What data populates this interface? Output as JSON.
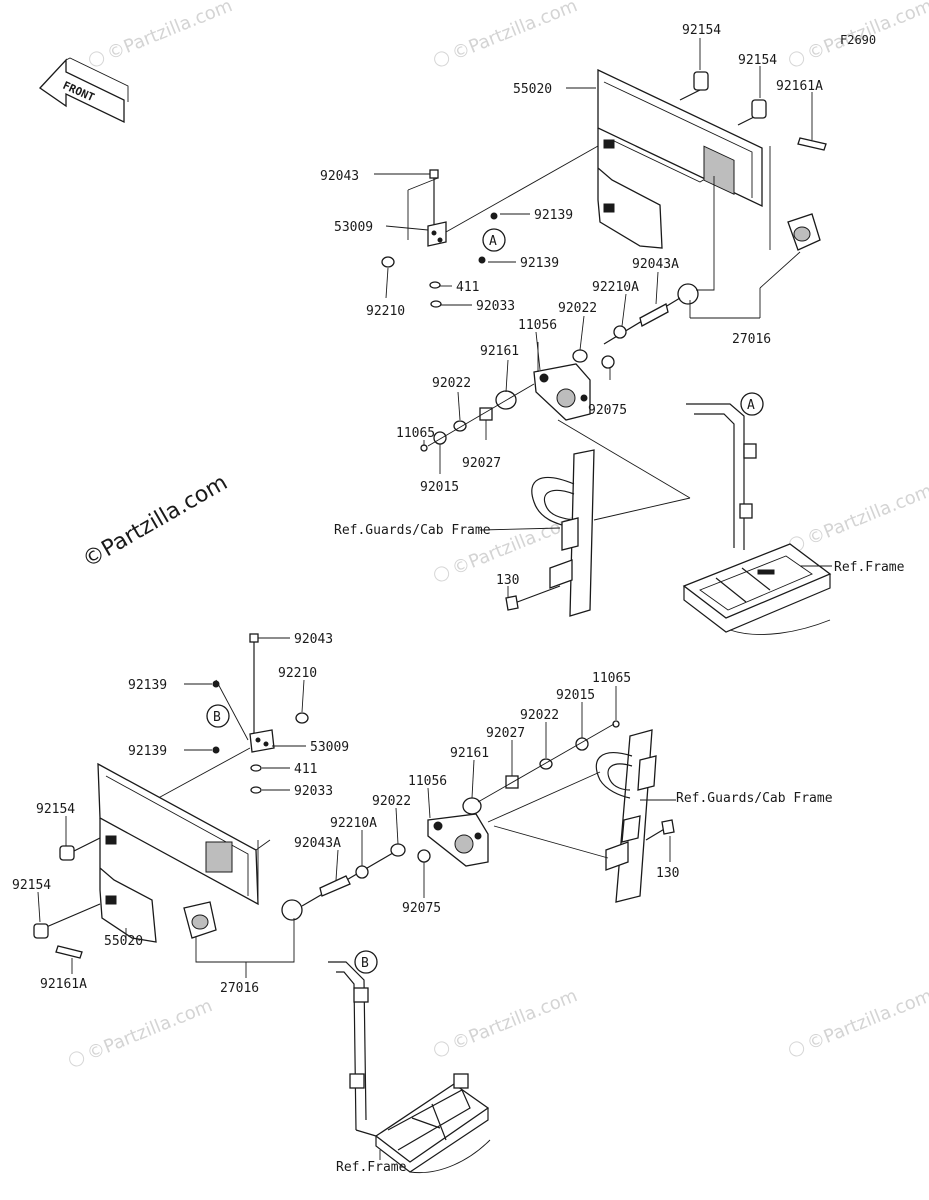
{
  "diagram_code": "F2690",
  "front_label": "FRONT",
  "copyright": "©Partzilla.com",
  "watermark": "©Partzilla.com",
  "callouts": {
    "a": "A",
    "b": "B"
  },
  "upper_labels": {
    "l92154a": "92154",
    "l92154b": "92154",
    "l92161A": "92161A",
    "l55020": "55020",
    "l92043": "92043",
    "l53009": "53009",
    "l92139a": "92139",
    "l92139b": "92139",
    "l92210": "92210",
    "l411": "411",
    "l92033": "92033",
    "l92043A": "92043A",
    "l92210A": "92210A",
    "l92022a": "92022",
    "l11056": "11056",
    "l92161": "92161",
    "l92022b": "92022",
    "l11065": "11065",
    "l92075": "92075",
    "l92027": "92027",
    "l92015": "92015",
    "l27016": "27016",
    "l130": "130",
    "ref_guards": "Ref.Guards/Cab Frame",
    "ref_frame": "Ref.Frame"
  },
  "lower_labels": {
    "l92043": "92043",
    "l92139a": "92139",
    "l92210": "92210",
    "l92139b": "92139",
    "l53009": "53009",
    "l411": "411",
    "l92033": "92033",
    "l11065": "11065",
    "l92015": "92015",
    "l92022a": "92022",
    "l92027": "92027",
    "l92161": "92161",
    "l11056": "11056",
    "l92022b": "92022",
    "l92210A": "92210A",
    "l92043A": "92043A",
    "l92075": "92075",
    "l92154a": "92154",
    "l92154b": "92154",
    "l55020": "55020",
    "l92161A": "92161A",
    "l27016": "27016",
    "l130": "130",
    "ref_guards": "Ref.Guards/Cab Frame",
    "ref_frame": "Ref.Frame"
  }
}
